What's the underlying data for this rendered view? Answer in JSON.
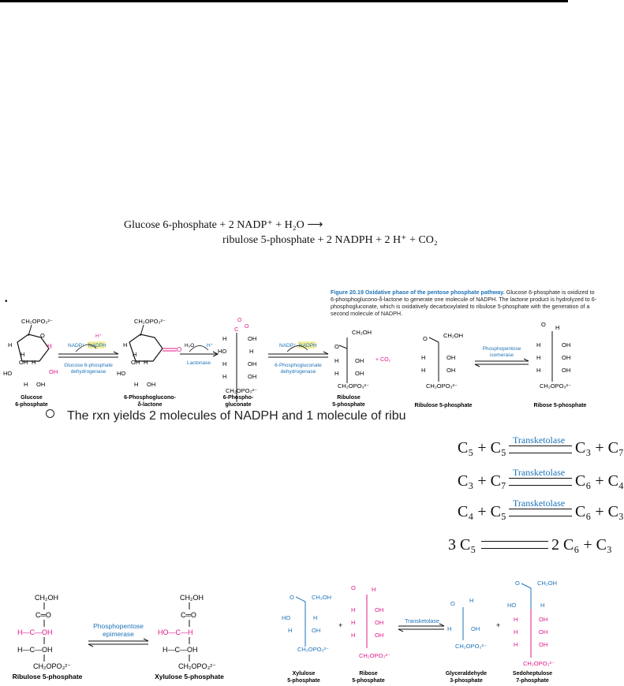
{
  "equation": {
    "line1": "Glucose 6-phosphate + 2 NADP⁺ + H₂O ⟶",
    "line2": "ribulose 5-phosphate + 2 NADPH + 2 H⁺ + CO₂"
  },
  "bullet": "•",
  "figure_caption": {
    "title": "Figure 20.19 Oxidative phase of the pentose phosphate pathway.",
    "body": "Glucose 6-phosphate is oxidized to 6-phosphoglucono-δ-lactone to generate one molecule of NADPH. The lactone product is hydrolyzed to 6-phosphogluconate, which is oxidatively decarboxylated to ribulose 5-phosphate with the generation of a second molecule of NADPH."
  },
  "pathway": {
    "ch2opo3": "CH₂OPO₃²⁻",
    "ch2oh": "CH₂OH",
    "h": "H",
    "oh": "OH",
    "ho": "HO",
    "o": "O",
    "c": "C",
    "hplus": "H⁺",
    "nadp": "NADP⁺",
    "nadph": "NADPH",
    "h2o": "H₂O",
    "co2": "+ CO₂",
    "enzyme_g6pd_1": "Glucose 6-phosphate",
    "enzyme_g6pd_2": "dehydrogenase",
    "enzyme_lactonase": "Lactonase",
    "enzyme_6pgd_1": "6-Phosphogluconate",
    "enzyme_6pgd_2": "dehydrogenase",
    "enzyme_isomerase_1": "Phosphopentose",
    "enzyme_isomerase_2": "isomerase",
    "label_glucose6p_1": "Glucose",
    "label_glucose6p_2": "6-phosphate",
    "label_lactone_1": "6-Phosphoglucono-",
    "label_lactone_2": "δ-lactone",
    "label_gluconate_1": "6-Phospho-",
    "label_gluconate_2": "gluconate",
    "label_ribulose_1": "Ribulose",
    "label_ribulose_2": "5-phosphate",
    "label_ribulose5p": "Ribulose 5-phosphate",
    "label_ribose5p": "Ribose 5-phosphate"
  },
  "sub_bullet": "The rxn yields 2 molecules of NADPH and 1 molecule of ribu",
  "transketolase_reactions": {
    "enzyme": "Transketolase",
    "r1_left": "C₅ + C₅",
    "r1_right": "C₃ + C₇",
    "r2_left": "C₃ + C₇",
    "r2_right": "C₆ + C₄",
    "r3_left": "C₄ + C₅",
    "r3_right": "C₆ + C₃",
    "net_left": "3 C₅",
    "net_right": "2 C₆ + C₃"
  },
  "epimerase": {
    "ch2oh": "CH₂OH",
    "c_o": "C═O",
    "h_c_oh": "H—C—OH",
    "ho_c_h": "HO—C—H",
    "ch2opo3": "CH₂OPO₃²⁻",
    "enzyme_1": "Phosphopentose",
    "enzyme_2": "epimerase",
    "label_ribulose5p": "Ribulose 5-phosphate",
    "label_xylulose5p": "Xylulose 5-phosphate"
  },
  "transketolase_fig": {
    "enzyme": "Transketolase",
    "plus": "+",
    "label_xylulose_1": "Xylulose",
    "label_xylulose_2": "5-phosphate",
    "label_ribose_1": "Ribose",
    "label_ribose_2": "5-phosphate",
    "label_gap_1": "Glyceraldehyde",
    "label_gap_2": "3-phosphate",
    "label_sedo_1": "Sedoheptulose",
    "label_sedo_2": "7-phosphate"
  },
  "colors": {
    "blue": "#1e73b8",
    "magenta": "#e0198a",
    "text": "#111111"
  }
}
